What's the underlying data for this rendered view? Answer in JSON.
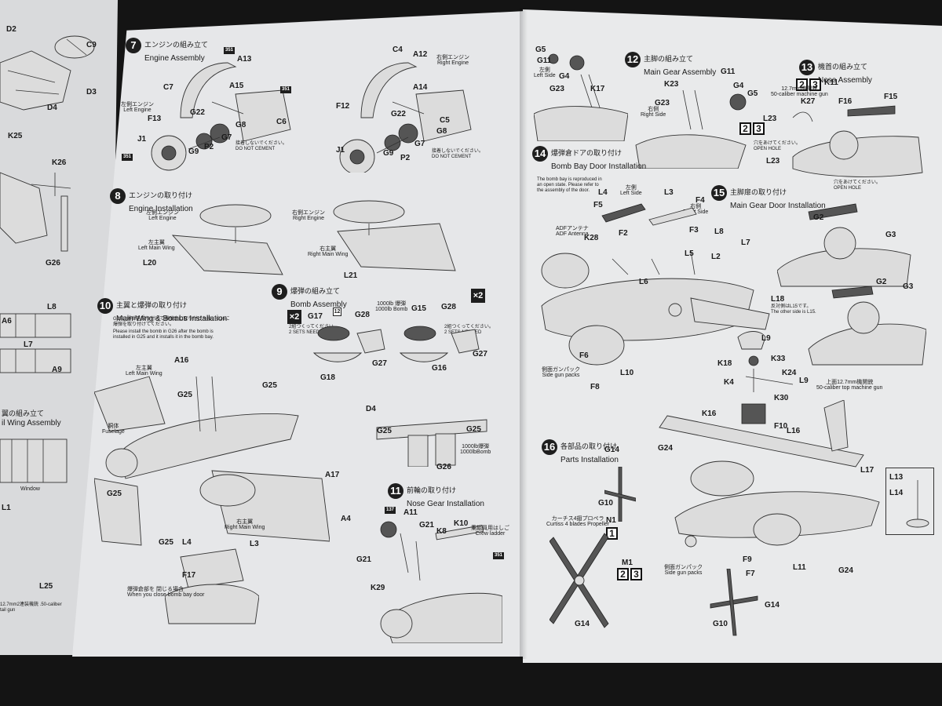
{
  "left_page": {
    "parts": [
      "D2",
      "D4",
      "C9",
      "D3",
      "K25",
      "K26",
      "G26",
      "L8",
      "A6",
      "L7",
      "A9",
      "L1",
      "L25",
      "351"
    ],
    "window_label": "Window",
    "tail_title": "il Wing Assembly",
    "tail_title_jp": "翼の組み立て",
    "gun_note": "12.7mm2連装機銃 .50-caliber tail gun"
  },
  "steps": {
    "s7": {
      "num": "7",
      "jp": "エンジンの組み立て",
      "en": "Engine Assembly"
    },
    "s8": {
      "num": "8",
      "jp": "エンジンの取り付け",
      "en": "Engine Installation"
    },
    "s9": {
      "num": "9",
      "jp": "爆弾の組み立て",
      "en": "Bomb Assembly"
    },
    "s10": {
      "num": "10",
      "jp": "主翼と爆弾の取り付け",
      "en": "Main Wing & Bombs Installation"
    },
    "s11": {
      "num": "11",
      "jp": "前輪の取り付け",
      "en": "Nose Gear Installation"
    },
    "s12": {
      "num": "12",
      "jp": "主脚の組み立て",
      "en": "Main Gear Assembly"
    },
    "s13": {
      "num": "13",
      "jp": "機首の組み立て",
      "en": "Nose Assembly"
    },
    "s14": {
      "num": "14",
      "jp": "爆弾倉ドアの取り付け",
      "en": "Bomb Bay Door Installation"
    },
    "s15": {
      "num": "15",
      "jp": "主脚扉の取り付け",
      "en": "Main Gear Door Installation"
    },
    "s16": {
      "num": "16",
      "jp": "各部品の取り付け",
      "en": "Parts Installation"
    }
  },
  "labels": {
    "left_engine_jp": "左側エンジン",
    "left_engine": "Left Engine",
    "right_engine_jp": "右側エンジン",
    "right_engine": "Right Engine",
    "left_main_wing_jp": "左主翼",
    "left_main_wing": "Left Main Wing",
    "right_main_wing_jp": "右主翼",
    "right_main_wing": "Right Main Wing",
    "do_not_cement_jp": "接着しないでください。",
    "do_not_cement": "DO NOT CEMENT",
    "bomb_1000lb_jp": "1000lb 爆弾",
    "bomb_1000lb": "1000lb Bomb",
    "two_sets_jp": "2組つくってください。",
    "two_sets": "2 SETS NEEDED",
    "x2": "×2",
    "fuselage_jp": "胴体",
    "fuselage": "Fuselage",
    "bomb_bay_close_jp": "爆弾倉部を 閉じる場合",
    "bomb_bay_close": "When you close bomb bay door",
    "g26_note": "Please install the bomb in G26 after the bomb is installed in G25 and it installs it in the bomb bay.",
    "crew_ladder_jp": "乗組員用はしご",
    "crew_ladder": "Crew ladder",
    "right_side_jp": "右側",
    "right_side": "Right Side",
    "left_side_jp": "左側",
    "left_side": "Left Side",
    "left_side_s12": "Left Side",
    "mg_127_jp": "12.7mm機関銃",
    "mg_127": "50-caliber machine gun",
    "open_hole_jp": "穴をあけてください。",
    "open_hole": "OPEN HOLE",
    "adf_jp": "ADFアンテナ",
    "adf": "ADF Antenna",
    "other_side_jp": "反対側はL15です。",
    "other_side": "The other side is L15.",
    "side_gun_jp": "側面ガンパック",
    "side_gun": "Side gun packs",
    "top_mg_jp": "上面12.7mm機関銃",
    "top_mg": "50-caliber top machine gun",
    "prop_jp": "カーチス4翅プロペラ",
    "prop": "Curtiss 4 blades Propeller",
    "bomb_1000_short": "1000lb爆弾",
    "bomb_1000_short_en": "1000lbBomb",
    "s14_note": "The bomb bay is reproduced in an open state. Please refer to the assembly of the door.",
    "s10_note_jp": "G25に爆弾を取り付けて爆弾倉に取り付けた後、G26に爆弾を取り付けてください。"
  },
  "variant_badges": [
    "2",
    "3"
  ],
  "n1_badge": "1"
}
